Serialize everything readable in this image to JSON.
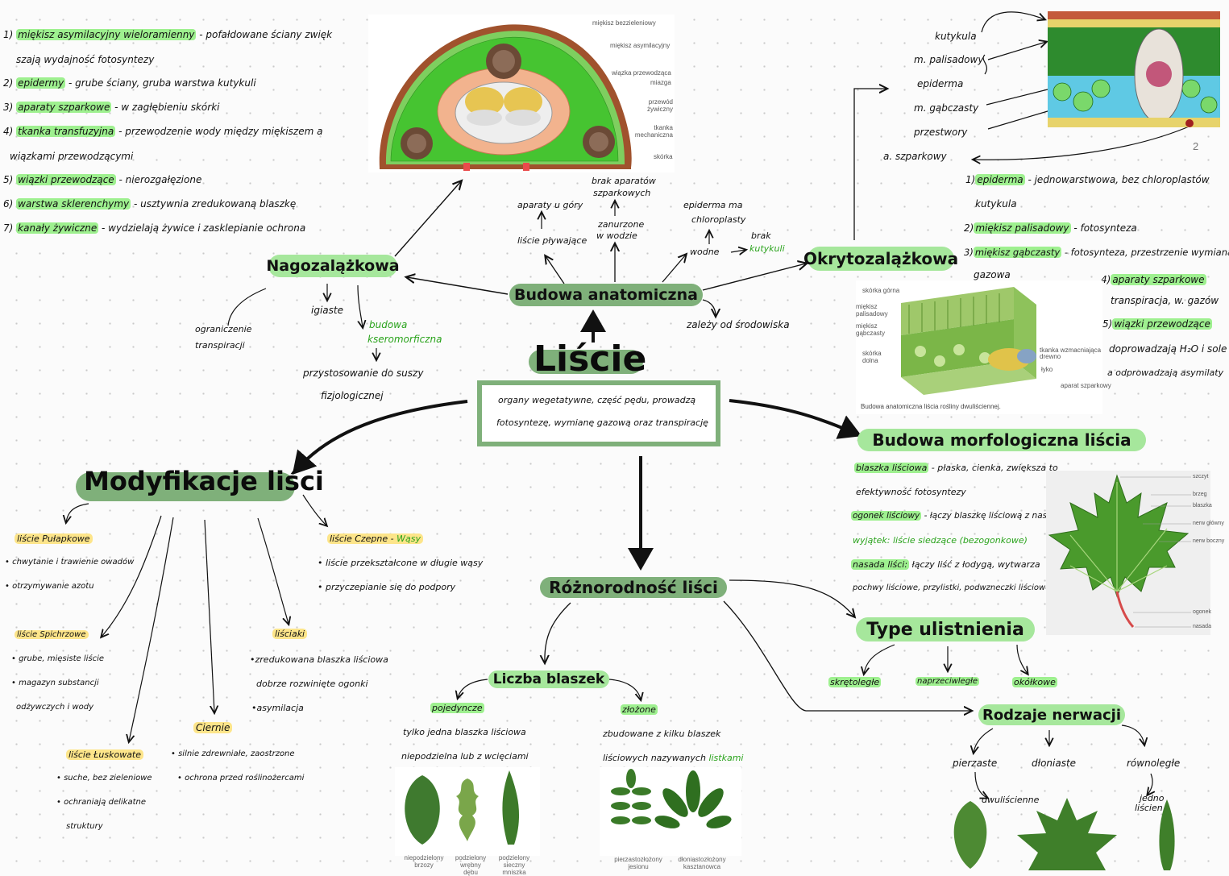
{
  "center": {
    "title": "Liście",
    "definition": [
      "organy wegetatywne, część pędu, prowadzą",
      "fotosyntezę, wymianę gazową oraz transpirację"
    ]
  },
  "anatomy": {
    "title": "Budowa anatomiczna",
    "branches": {
      "aparaty": "aparaty u góry",
      "plywajace": "liście pływające",
      "brak_aparatow": [
        "brak aparatów",
        "szparkowych"
      ],
      "zanurzone": [
        "zanurzone",
        "w wodzie"
      ],
      "epiderma_chl": [
        "epiderma ma",
        "chloroplasty"
      ],
      "wodne": "wodne",
      "brak_kutykuli": [
        "brak",
        "kutykuli"
      ],
      "zalezy": "zależy od środowiska"
    }
  },
  "gymno": {
    "title": "Nagozalążkowa",
    "iglaste": "igiaste",
    "ograniczenie": [
      "ograniczenie",
      "transpiracji"
    ],
    "kseromorficzna": [
      "budowa",
      "kseromorficzna"
    ],
    "przystosowanie": [
      "przystosowanie do suszy",
      "fizjologicznej"
    ],
    "list": [
      {
        "n": "1)",
        "hl": "miękisz asymilacyjny wieloramienny",
        "rest": " - pofałdowane ściany zwięk",
        "cont": "szają wydajność fotosyntezy"
      },
      {
        "n": "2)",
        "hl": "epidermy",
        "rest": " - grube ściany, gruba warstwa kutykuli"
      },
      {
        "n": "3)",
        "hl": "aparaty szparkowe",
        "rest": " - w zagłębieniu skórki"
      },
      {
        "n": "4)",
        "hl": "tkanka transfuzyjna",
        "rest": " - przewodzenie wody między miękiszem a",
        "cont": "wiązkami przewodzącymi"
      },
      {
        "n": "5)",
        "hl": "wiązki przewodzące",
        "rest": " - nierozgałęzione"
      },
      {
        "n": "6)",
        "hl": "warstwa sklerenchymy",
        "rest": " - usztywnia zredukowaną blaszkę"
      },
      {
        "n": "7)",
        "hl": "kanały żywiczne",
        "rest": " - wydzielają żywice i zasklepianie ochrona"
      }
    ],
    "figure_labels": [
      "miękisz bezzieleniowy",
      "miękisz asymilacyjny",
      "wiązka przewodząca",
      "miazga",
      "przewód żywiczny",
      "tkanka mechaniczna",
      "skórka"
    ]
  },
  "angio": {
    "title": "Okrytozalążkowa",
    "layers": [
      "kutykula",
      "m. palisadowy",
      "epiderma",
      "m. gąbczasty",
      "przestwory",
      "a. szparkowy"
    ],
    "figure_number": "2",
    "list": [
      {
        "n": "1)",
        "hl": "epiderma",
        "rest": " - jednowarstwowa, bez chloroplastów",
        "cont": "kutykula"
      },
      {
        "n": "2)",
        "hl": "miękisz palisadowy",
        "rest": " - fotosynteza"
      },
      {
        "n": "3)",
        "hl": "miękisz gąbczasty",
        "rest": " - fotosynteza, przestrzenie wymiana",
        "cont": "gazowa"
      },
      {
        "n": "4)",
        "hl": "aparaty szparkowe",
        "rest": "",
        "cont": "transpiracja, w. gazów"
      },
      {
        "n": "5)",
        "hl": "wiązki przewodzące",
        "rest": "",
        "cont": "doprowadzają H₂O i sole",
        "cont2": "a odprowadzają asymilaty"
      }
    ],
    "figure_caption": "Budowa anatomiczna liścia rośliny dwuliściennej.",
    "figure_labels": [
      "skórka górna",
      "miękisz palisadowy",
      "miękisz gąbczasty",
      "skórka dolna",
      "tkanka wzmacniająca",
      "drewno",
      "łyko",
      "aparat szparkowy"
    ]
  },
  "morph": {
    "title": "Budowa morfologiczna liścia",
    "lines": [
      {
        "hl": "blaszka liściowa",
        "rest": " - płaska, cienka, zwiększa to"
      },
      {
        "hl": "",
        "rest": "efektywność fotosyntezy"
      },
      {
        "hl": "ogonek liściowy",
        "rest": " - łączy blaszkę liściową z nasadą"
      },
      {
        "hl": "",
        "rest": "wyjątek: liście siedzące (bezogonkowe)",
        "green": true
      },
      {
        "hl": "nasada liści:",
        "rest": " łączy liść z łodygą, wytwarza"
      },
      {
        "hl": "",
        "rest": "pochwy liściowe, przylistki, podwzneczki liściowe."
      }
    ],
    "figure_labels": [
      "szczyt",
      "brzeg",
      "blaszka",
      "nerw główny",
      "nerw boczny",
      "ogonek",
      "nasada"
    ]
  },
  "ulistnienie": {
    "title": "Type ulistnienia",
    "items": [
      "skrętoległe",
      "naprzeciwległe",
      "okółkowe"
    ]
  },
  "nerwacja": {
    "title": "Rodzaje nerwacji",
    "items": [
      "pierzaste",
      "dłoniaste",
      "równoległe"
    ],
    "dwu": "dwuliścienne",
    "jedno": [
      "jedno",
      "liścien"
    ]
  },
  "roznorodnosc": {
    "title": "Różnorodność liści",
    "liczba": "Liczba blaszek",
    "pojedyncze": "pojedyncze",
    "zlozone": "złożone",
    "poj_desc": [
      "tylko jedna blaszka liściowa",
      "niepodzielna lub z wcięciami"
    ],
    "zl_desc": [
      "zbudowane z kilku blaszek",
      "liściowych nazywanych "
    ],
    "listkami": "listkami",
    "leaf_caps": [
      [
        "niepodzielony",
        "brzozy"
      ],
      [
        "podzielony wrębny",
        "dębu"
      ],
      [
        "podzielony",
        "sieczny mniszka"
      ],
      [
        "pierzastozłożony",
        "jesionu"
      ],
      [
        "dłoniastozłożony",
        "kasztanowca"
      ]
    ]
  },
  "modyfikacje": {
    "title": "Modyfikacje liści",
    "pulapkowe": {
      "title": "liście Pułapkowe",
      "items": [
        "chwytanie i trawienie owadów",
        "otrzymywanie azotu"
      ]
    },
    "spichrzowe": {
      "title": "liście Spichrzowe",
      "items": [
        "grube, mięsiste liście",
        "magazyn substancji",
        "odżywczych i wody"
      ]
    },
    "luskowate": {
      "title": "liście Łuskowate",
      "items": [
        "suche, bez zieleniowe",
        "ochraniają delikatne",
        "struktury"
      ]
    },
    "ciernie": {
      "title": "Ciernie",
      "items": [
        "silnie zdrewniałe, zaostrzone",
        "ochrona przed roślinożercami"
      ]
    },
    "lisciaki": {
      "title": "liściaki",
      "items": [
        "zredukowana blaszka liściowa",
        "dobrze rozwinięte ogonki",
        "asymilacja"
      ]
    },
    "czepne": {
      "title": "liście Czepne - ",
      "title2": "Wąsy",
      "items": [
        "liście przekształcone w długie wąsy",
        "przyczepianie się do podpory"
      ]
    }
  },
  "colors": {
    "pill": "#7fb07a",
    "highlight": "#9ef08f",
    "yellow": "#fde58a",
    "green_text": "#2aa31c"
  }
}
